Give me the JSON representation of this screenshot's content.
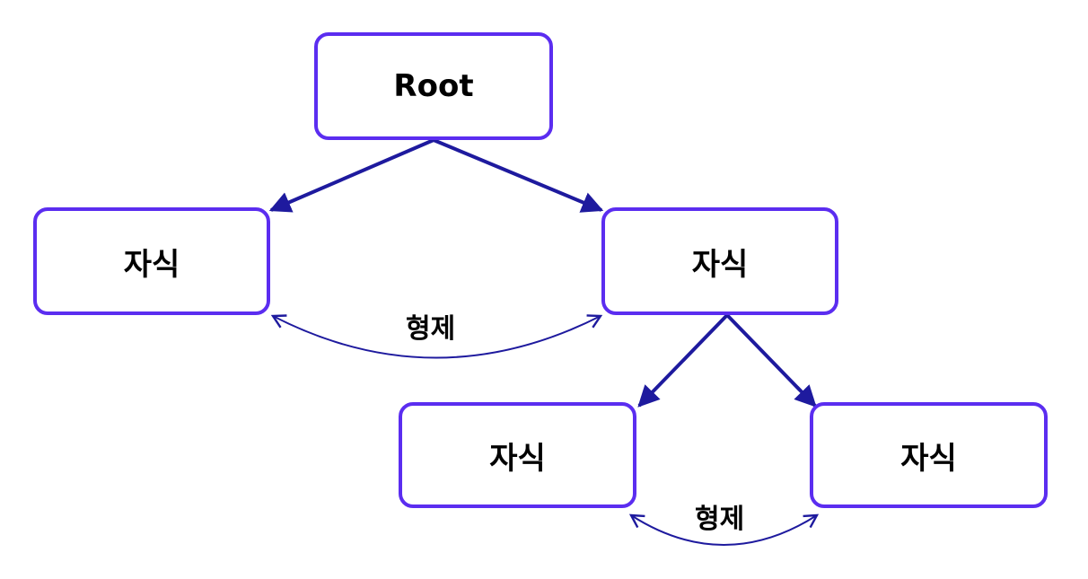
{
  "nodes": {
    "root": "Root",
    "child_left": "자식",
    "child_right": "자식",
    "grandchild_left": "자식",
    "grandchild_right": "자식"
  },
  "edge_labels": {
    "sibling_top": "형제",
    "sibling_bottom": "형제"
  },
  "colors": {
    "node_border": "#5b2df0",
    "edge": "#1e1a9e"
  }
}
